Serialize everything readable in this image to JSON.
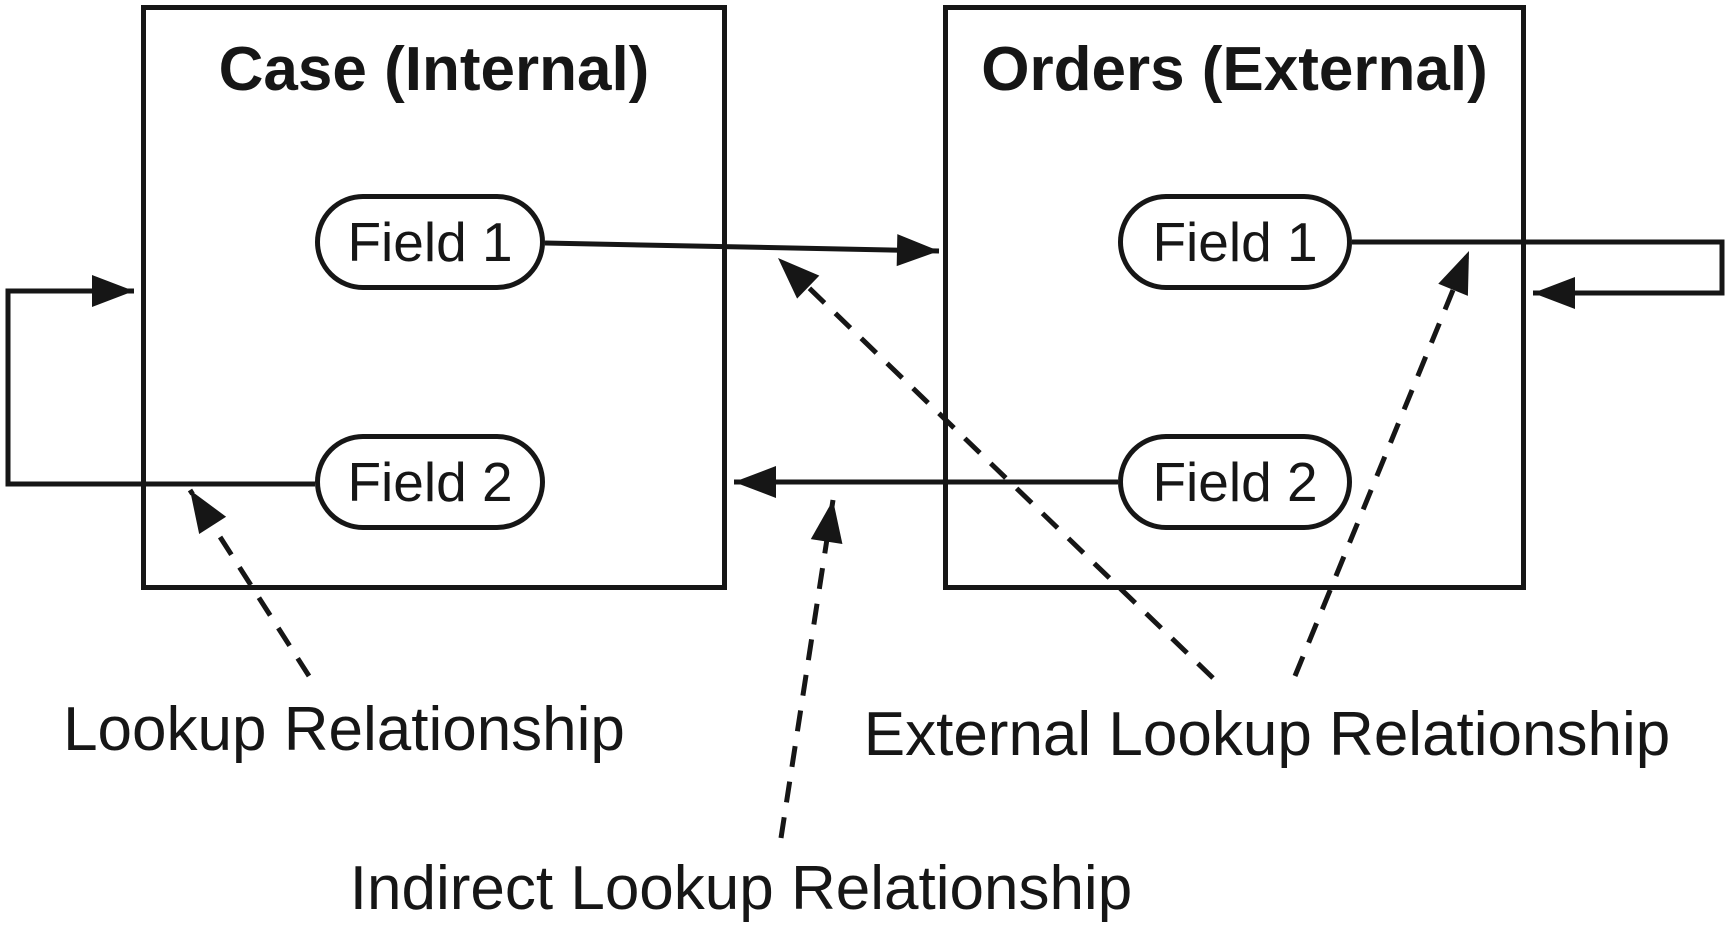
{
  "colors": {
    "background": "#ffffff",
    "ink": "#161616"
  },
  "entities": [
    {
      "id": "case",
      "title": "Case (Internal)",
      "fields": [
        "Field 1",
        "Field 2"
      ]
    },
    {
      "id": "orders",
      "title": "Orders (External)",
      "fields": [
        "Field 1",
        "Field 2"
      ]
    }
  ],
  "relationship_labels": [
    {
      "id": "lookup",
      "text": "Lookup Relationship"
    },
    {
      "id": "external",
      "text": "External Lookup Relationship"
    },
    {
      "id": "indirect",
      "text": "Indirect Lookup Relationship"
    }
  ],
  "connectors": [
    {
      "id": "case-field1-to-orders",
      "style": "solid",
      "from": "case.field1",
      "to": "orders-box-left-edge"
    },
    {
      "id": "orders-field2-to-case",
      "style": "solid",
      "from": "orders.field2",
      "to": "case-box-right-edge"
    },
    {
      "id": "case-self-loop",
      "style": "solid",
      "from": "case.field2",
      "to": "case-box-left-edge"
    },
    {
      "id": "orders-self-loop",
      "style": "solid",
      "from": "orders.field1",
      "to": "orders-box-right-edge"
    },
    {
      "id": "lookup-callout",
      "style": "dashed",
      "from": "label.lookup",
      "to": "case-self-loop"
    },
    {
      "id": "indirect-callout",
      "style": "dashed",
      "from": "label.indirect",
      "to": "orders-field2-to-case"
    },
    {
      "id": "external-callout-left",
      "style": "dashed",
      "from": "label.external",
      "to": "case-field1-to-orders"
    },
    {
      "id": "external-callout-right",
      "style": "dashed",
      "from": "label.external",
      "to": "orders-self-loop"
    }
  ]
}
